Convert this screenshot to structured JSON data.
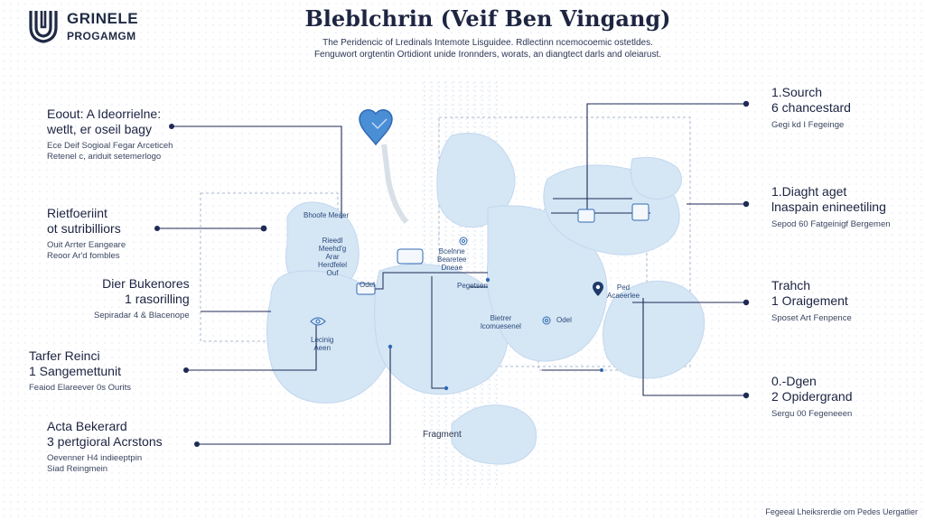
{
  "brand": {
    "name_line1": "GRINELE",
    "name_line2": "PROGAMGM",
    "logo_icon": "shield-u-icon"
  },
  "header": {
    "title": "Bleblchrin (Veif Ben Vingang)",
    "subtitle_line1": "The Peridencic of Lredinals Intemote Lisguidee. Rdlectinn ncemocoemic ostetldes.",
    "subtitle_line2": "Fenguwort orgtentin Ortidiont unide Ironnders, worats, an diangtect darls and oleiarust."
  },
  "colors": {
    "accent": "#2f69b3",
    "line": "#1f2a55",
    "blob": "#d3e4f4",
    "blob_stroke": "#bcd4ec",
    "dashed": "#9fb0c8"
  },
  "left_callouts": [
    {
      "heading": "Eoout: A Ideorrielne:\nwetlt, er oseil bagy",
      "desc": "Ece Deif Sogioal Fegar Arceticeh\nRetenel c, ariduit setemerlogo"
    },
    {
      "heading": "Rietfoeriint\not sutribilliors",
      "desc": "Ouit Arrter Eangeare\nReoor Ar'd fombles"
    },
    {
      "heading": "Dier Bukenores\n1 rasorilling",
      "desc": "Sepiradar 4 & Blacenope"
    },
    {
      "heading": "Tarfer Reinci\n1 Sangemettunit",
      "desc": "Feaiod Elareever 0s Ourits"
    },
    {
      "heading": "Acta Bekerard\n3 pertgioral Acrstons",
      "desc": "Oevenner H4 indieeptpin\nSiad Reingmein"
    }
  ],
  "right_callouts": [
    {
      "heading": "1.Sourch\n6 chancestard",
      "desc": "Gegi kd I Fegeinge"
    },
    {
      "heading": "1.Diaght aget\nlnaspain enineetiling",
      "desc": "Sepod 60 Fatgeinigf Bergemen"
    },
    {
      "heading": "Trahch\n1 Oraigement",
      "desc": "Sposet Art Fenpence"
    },
    {
      "heading": "0.-Dgen\n2 Opidergrand",
      "desc": "Sergu 00 Fegeneeen"
    }
  ],
  "nodes": {
    "heart_label": "♥",
    "n1": "Bhoofe\nMeaer",
    "n2": "Rieedl\nMeehd'g\nArar\nHerdfelel\nOuf",
    "n3": "Bcelnne\nBearetee\nDneae",
    "n4": "Bietrer\nlcomuesenel",
    "n5": "Lecinig\nAeen",
    "n6": "Ped\nAcaeerlee",
    "n7": "Odel",
    "n8": "Pegetsen",
    "n9": "Odel",
    "fragment": "Fragment"
  },
  "footer": "Fegeeal Lheiksrerdie om Pedes Uergatlier"
}
